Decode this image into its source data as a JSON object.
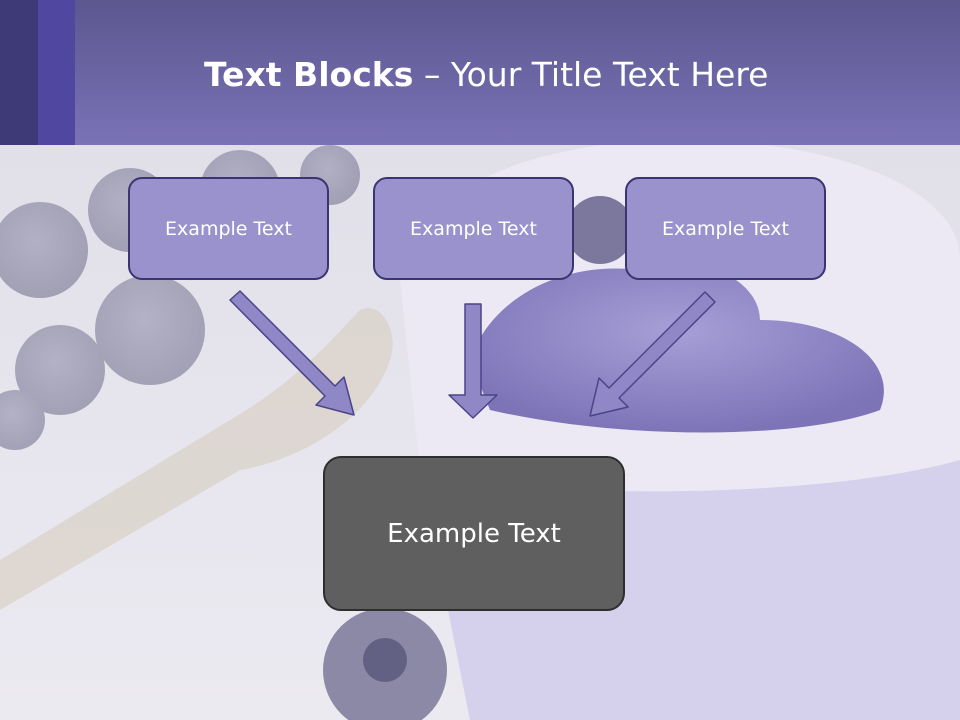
{
  "slide": {
    "title_bold": "Text Blocks",
    "title_rest": " – Your Title Text Here",
    "top_blocks": [
      {
        "label": "Example Text"
      },
      {
        "label": "Example Text"
      },
      {
        "label": "Example Text"
      }
    ],
    "bottom_block": {
      "label": "Example Text"
    }
  },
  "colors": {
    "header_top": "#5c578f",
    "header_bottom": "#7a72b6",
    "block_fill": "#9a92cc",
    "block_border": "#3a3470",
    "arrow_fill": "#8f87c6",
    "main_block_fill": "#5f5f5f"
  }
}
